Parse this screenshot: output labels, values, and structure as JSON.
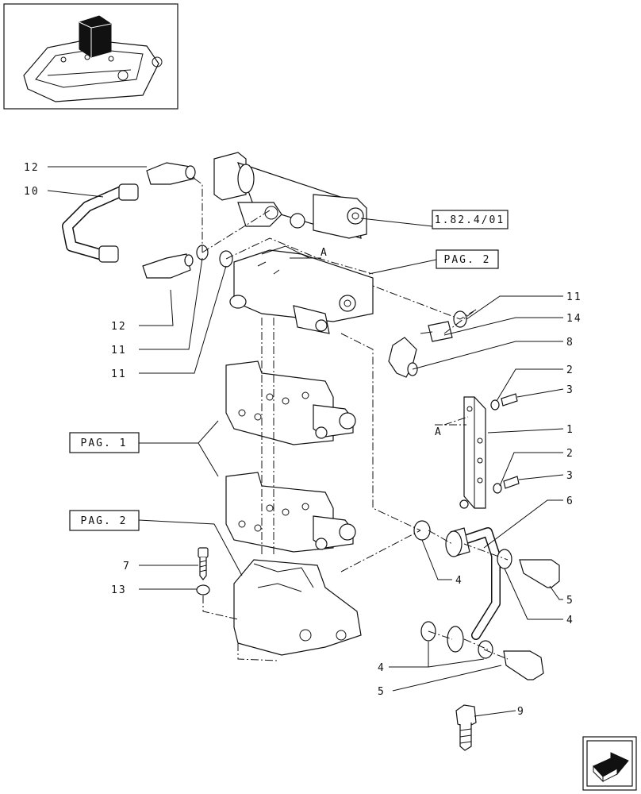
{
  "references": {
    "ref_top": "1.82.4/01",
    "ref_pag2_top": "PAG. 2",
    "ref_pag1": "PAG. 1",
    "ref_pag2_bottom": "PAG. 2"
  },
  "callouts": {
    "c12_top": "12",
    "c10": "10",
    "c12_bottom": "12",
    "c11_a": "11",
    "c11_b": "11",
    "c11_right": "11",
    "c14": "14",
    "c8": "8",
    "c2_top": "2",
    "c3_top": "3",
    "c1": "1",
    "c2_bottom": "2",
    "c3_bottom": "3",
    "c6": "6",
    "c5_right": "5",
    "c4_right": "4",
    "c4_mid": "4",
    "c4_bottom": "4",
    "c5_bottom": "5",
    "c7": "7",
    "c13": "13",
    "c9": "9",
    "marker_a_top": "A",
    "marker_a_right": "A"
  },
  "icons": {
    "thumbnail": "assembly-thumbnail-icon",
    "next_page": "next-page-arrow-icon"
  }
}
